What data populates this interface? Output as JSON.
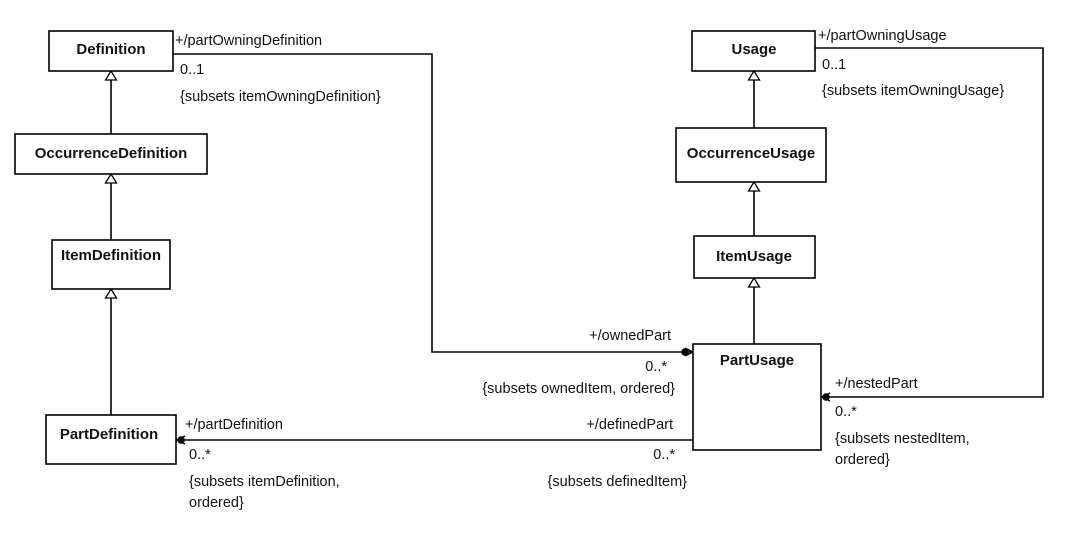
{
  "classes": {
    "definition": "Definition",
    "occurrence_definition": "OccurrenceDefinition",
    "item_definition": "ItemDefinition",
    "part_definition": "PartDefinition",
    "usage": "Usage",
    "occurrence_usage": "OccurrenceUsage",
    "item_usage": "ItemUsage",
    "part_usage": "PartUsage"
  },
  "associations": {
    "part_owning_definition": {
      "role": "+/partOwningDefinition",
      "multiplicity": "0..1",
      "constraint": "{subsets itemOwningDefinition}"
    },
    "owned_part": {
      "role": "+/ownedPart",
      "multiplicity": "0..*",
      "constraint": "{subsets ownedItem, ordered}"
    },
    "part_owning_usage": {
      "role": "+/partOwningUsage",
      "multiplicity": "0..1",
      "constraint": "{subsets itemOwningUsage}"
    },
    "nested_part": {
      "role": "+/nestedPart",
      "multiplicity": "0..*",
      "constraint_line1": "{subsets nestedItem,",
      "constraint_line2": "ordered}"
    },
    "part_definition": {
      "role": "+/partDefinition",
      "multiplicity": "0..*",
      "constraint_line1": "{subsets itemDefinition,",
      "constraint_line2": "ordered}"
    },
    "defined_part": {
      "role": "+/definedPart",
      "multiplicity": "0..*",
      "constraint": "{subsets definedItem}"
    }
  }
}
